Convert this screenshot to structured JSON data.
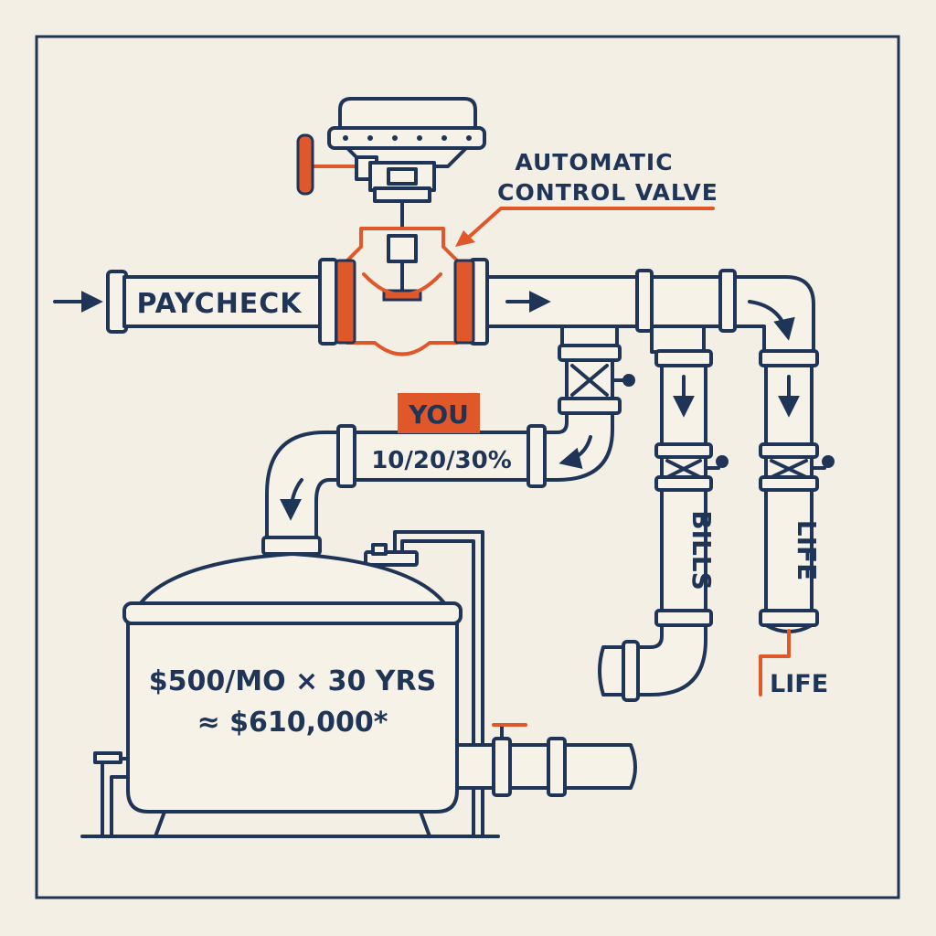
{
  "labels": {
    "valve": [
      "AUTOMATIC",
      "CONTROL VALVE"
    ],
    "paycheck": "PAYCHECK",
    "you": "YOU",
    "percent": "10/20/30%",
    "bills": "BILLS",
    "life_pipe": "LIFE",
    "life_outlet": "LIFE",
    "tank_line1": "$500/MO × 30 YRS",
    "tank_line2": "≈ $610,000*"
  },
  "colors": {
    "ink": "#1f3558",
    "accent": "#e0582a",
    "paper": "#f4efe4"
  }
}
